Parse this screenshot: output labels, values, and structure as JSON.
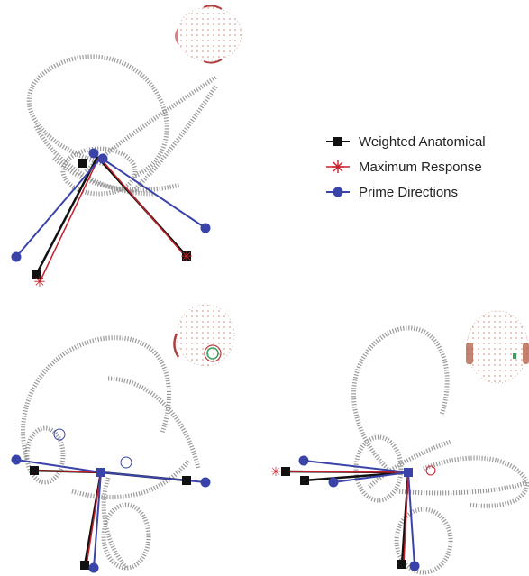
{
  "legend": {
    "weighted_label": "Weighted Anatomical",
    "maximum_label": "Maximum Response",
    "prime_label": "Prime Directions"
  },
  "colors": {
    "weighted": "#111111",
    "maximum": "#c8202a",
    "prime": "#3a44a8",
    "coil": "#9a9a9a",
    "head": "#c98a7a"
  },
  "icons": {
    "weighted": "square-marker",
    "maximum": "asterisk-marker",
    "prime": "circle-marker"
  }
}
